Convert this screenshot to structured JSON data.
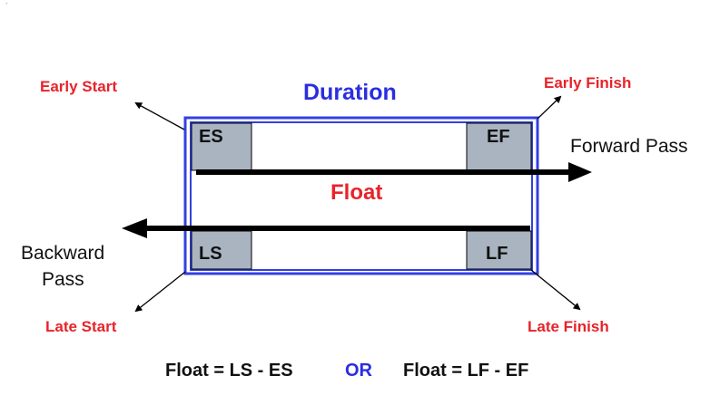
{
  "diagram": {
    "title": "Duration",
    "center_label": "Float",
    "corner_boxes": {
      "es": "ES",
      "ef": "EF",
      "ls": "LS",
      "lf": "LF"
    },
    "callouts": {
      "early_start": "Early Start",
      "early_finish": "Early Finish",
      "late_start": "Late Start",
      "late_finish": "Late Finish"
    },
    "passes": {
      "forward": "Forward Pass",
      "backward_line1": "Backward",
      "backward_line2": "Pass"
    },
    "formula": {
      "left": "Float = LS - ES",
      "connector": "OR",
      "right": "Float = LF - EF"
    },
    "colors": {
      "frame_blue": "#3340e0",
      "title_blue": "#2a2ee0",
      "callout_red": "#e8232a",
      "corner_gray": "#a9b4c0",
      "arrow": "#000000"
    }
  }
}
